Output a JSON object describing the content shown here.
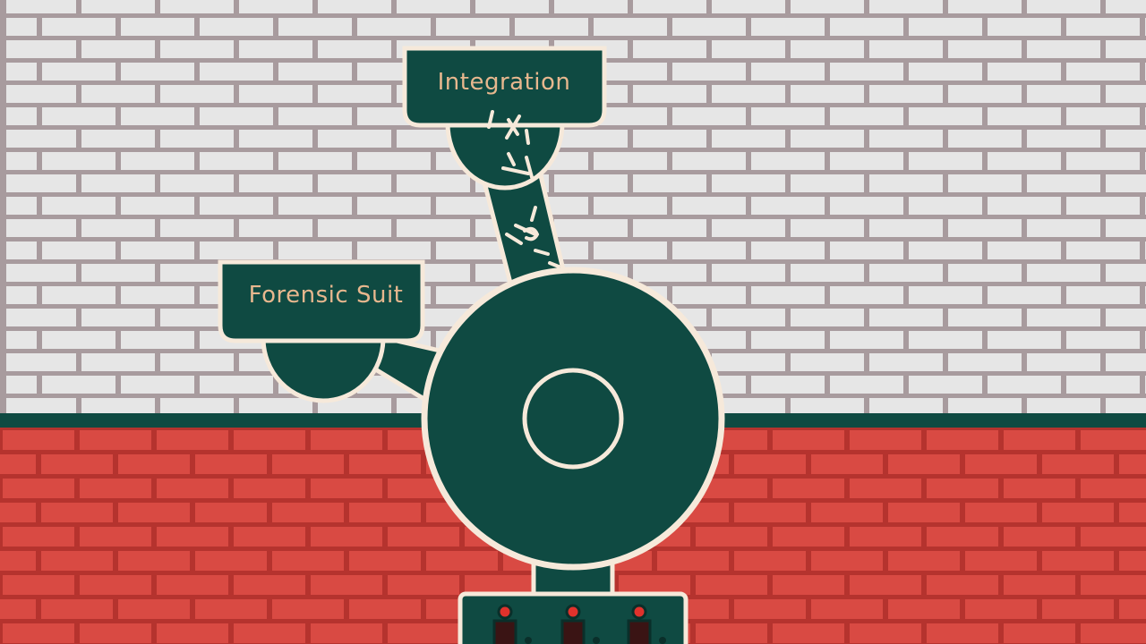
{
  "labels": {
    "integration": "Integration",
    "forensic_suit": "Forensic Suit"
  },
  "colors": {
    "machine_green": "#0f4a42",
    "outline_cream": "#f6e9da",
    "label_text": "#e7b78e",
    "upper_wall": "#e6e6e6",
    "upper_mortar": "#a89b9e",
    "lower_wall": "#d94a43",
    "lower_mortar": "#b5332e",
    "indicator_red": "#e0322c"
  },
  "icons": {
    "hoppers": "funnel-hopper",
    "grinder": "grinding-wheel",
    "control_panel": "indicator-lights-panel"
  }
}
